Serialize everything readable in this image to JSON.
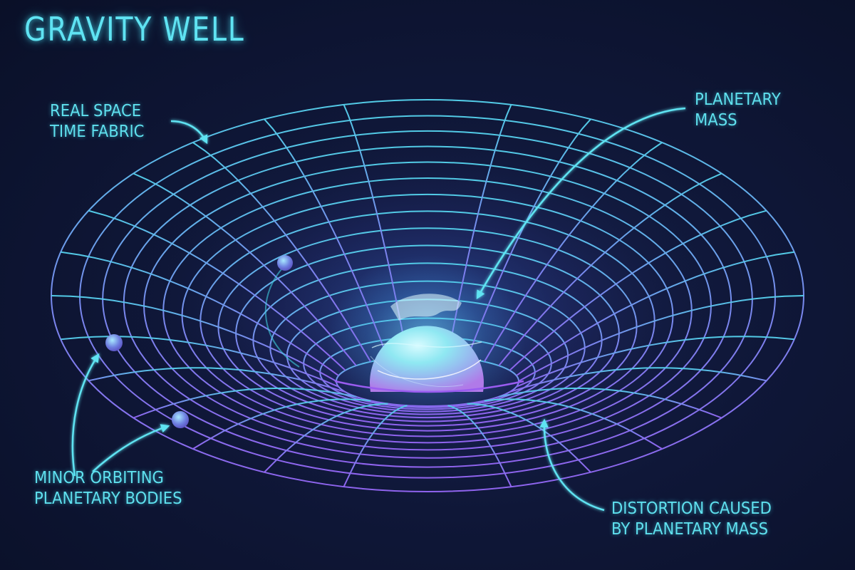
{
  "title": "GRAVITY WELL",
  "labels": {
    "fabric": {
      "line1": "REAL SPACE",
      "line2": "TIME FABRIC"
    },
    "mass": {
      "line1": "PLANETARY",
      "line2": "MASS"
    },
    "minor": {
      "line1": "MINOR ORBITING",
      "line2": "PLANETARY BODIES"
    },
    "distortion": {
      "line1": "DISTORTION CAUSED",
      "line2": "BY PLANETARY MASS"
    }
  },
  "colors": {
    "background": "#0f1738",
    "accent_cyan": "#5fe3f2",
    "grid_outer": "#4fc8e8",
    "grid_inner": "#9a5cf0",
    "planet": "#9fe6f2"
  }
}
